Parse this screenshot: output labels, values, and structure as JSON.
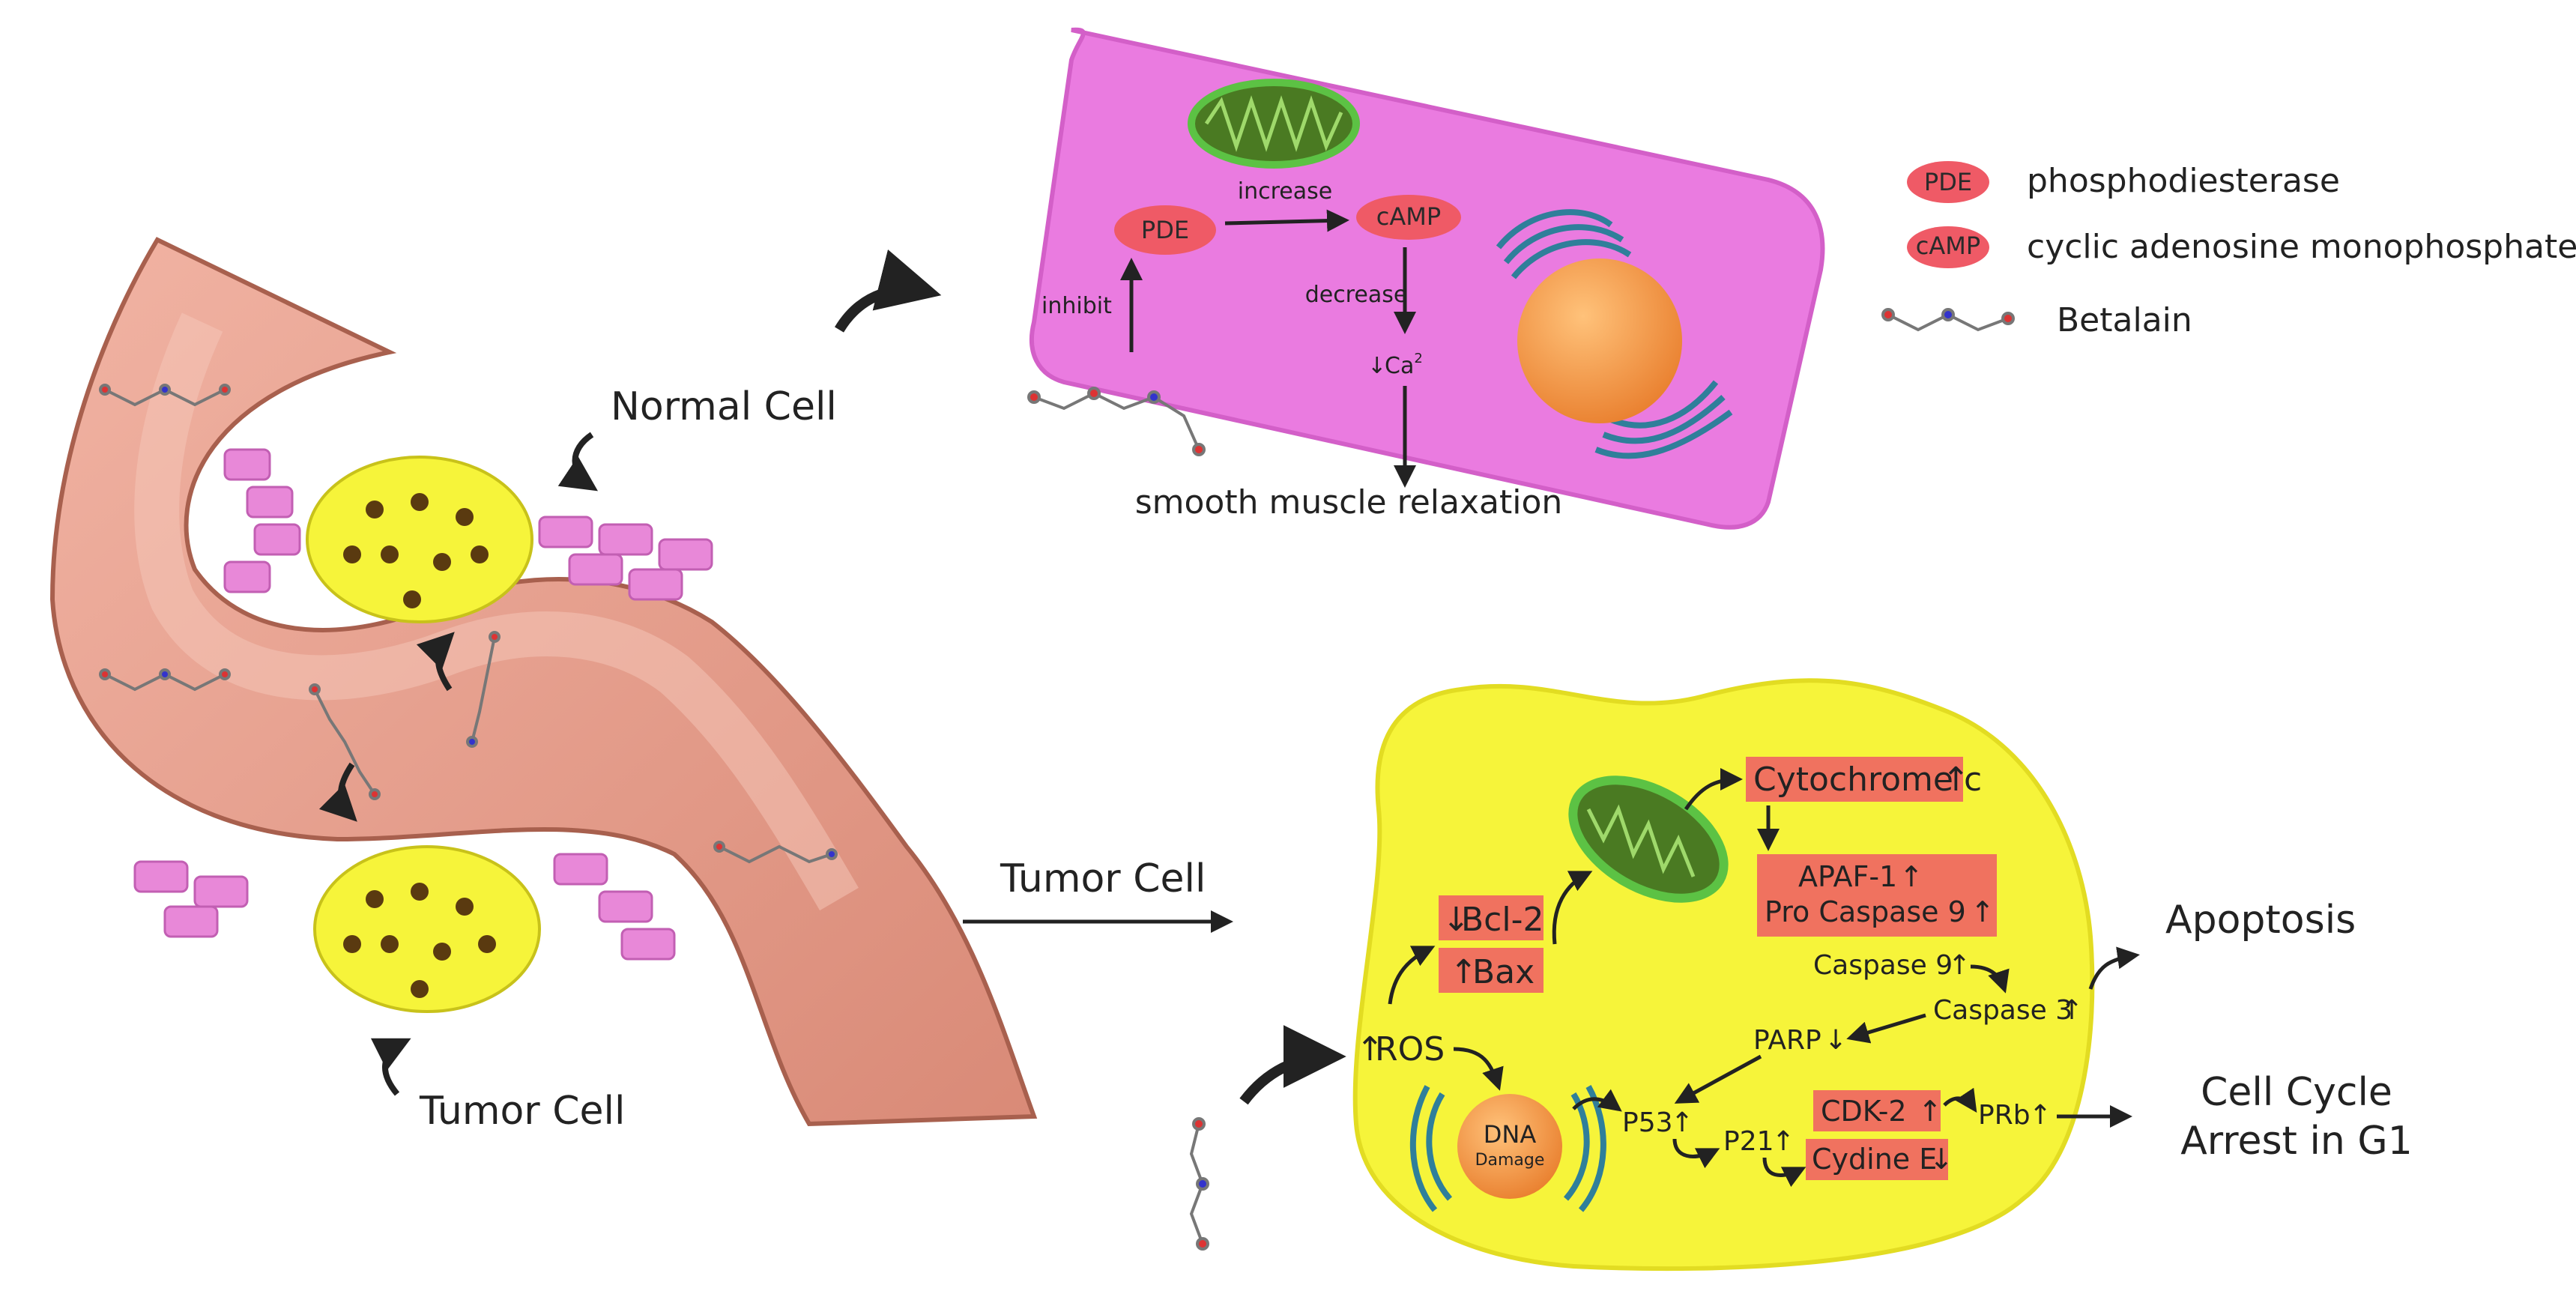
{
  "colors": {
    "normal_cell": "#ea7be0",
    "tumor_cell": "#f6f43a",
    "vessel": "#e9a08e",
    "vessel_dark": "#b86a58",
    "highlight_red": "#ef5a66",
    "nucleus": "#f29a4a",
    "mito_green": "#5cc244",
    "er_blue": "#2f7f9a"
  },
  "labels": {
    "normal_cell": "Normal Cell",
    "tumor_cell_left": "Tumor Cell",
    "tumor_cell_arrow": "Tumor Cell"
  },
  "normal_pathway": {
    "pde": "PDE",
    "camp": "cAMP",
    "increase": "increase",
    "decrease": "decrease",
    "inhibit": "inhibit",
    "ca": "Ca",
    "ca_sup": "2",
    "down_arrow": "↓",
    "result": "smooth muscle relaxation"
  },
  "legend": {
    "items": [
      {
        "badge": "PDE",
        "text": "phosphodiesterase"
      },
      {
        "badge": "cAMP",
        "text": "cyclic adenosine monophosphate"
      },
      {
        "icon": "betalain-molecule-icon",
        "text": "Betalain"
      }
    ]
  },
  "tumor_pathway": {
    "ros": "ROS",
    "bcl2": "Bcl-2",
    "bax": "Bax",
    "cytochrome": "Cytochrome c",
    "apaf": "APAF-1",
    "pro_caspase": "Pro Caspase 9",
    "caspase9": "Caspase 9",
    "caspase3": "Caspase 3",
    "parp": "PARP",
    "p53": "P53",
    "p21": "P21",
    "cdk2": "CDK-2",
    "cyclin": "Cydine E",
    "prb": "PRb",
    "dna": "DNA",
    "damage": "Damage",
    "up": "↑",
    "down": "↓",
    "apoptosis": "Apoptosis",
    "arrest_line1": "Cell Cycle",
    "arrest_line2": "Arrest in G1"
  }
}
